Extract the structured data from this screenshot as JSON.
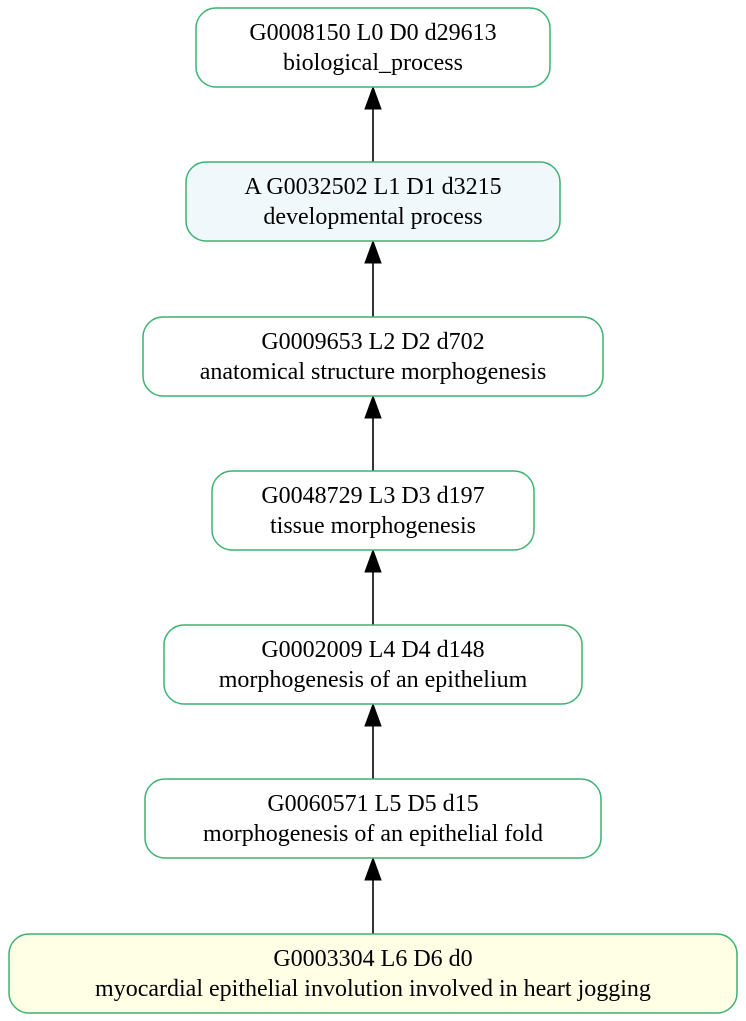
{
  "diagram": {
    "type": "go-term-lineage",
    "colors": {
      "border": "#3cb371",
      "edge": "#000000",
      "default_fill": "#ffffff",
      "marked_fill": "#f0f8fb",
      "leaf_fill": "#ffffe6"
    },
    "nodes": [
      {
        "id": "G0008150",
        "line1": "G0008150 L0 D0 d29613",
        "line2": "biological_process",
        "fill": "#ffffff"
      },
      {
        "id": "G0032502",
        "line1": "A  G0032502 L1 D1 d3215",
        "line2": "developmental process",
        "fill": "#f0f8fb"
      },
      {
        "id": "G0009653",
        "line1": "G0009653 L2 D2 d702",
        "line2": "anatomical structure morphogenesis",
        "fill": "#ffffff"
      },
      {
        "id": "G0048729",
        "line1": "G0048729 L3 D3 d197",
        "line2": "tissue morphogenesis",
        "fill": "#ffffff"
      },
      {
        "id": "G0002009",
        "line1": "G0002009 L4 D4 d148",
        "line2": "morphogenesis of an epithelium",
        "fill": "#ffffff"
      },
      {
        "id": "G0060571",
        "line1": "G0060571 L5 D5 d15",
        "line2": "morphogenesis of an epithelial fold",
        "fill": "#ffffff"
      },
      {
        "id": "G0003304",
        "line1": "G0003304 L6 D6 d0",
        "line2": "myocardial epithelial involution involved in heart jogging",
        "fill": "#ffffe6"
      }
    ],
    "edges": [
      {
        "from": "G0032502",
        "to": "G0008150"
      },
      {
        "from": "G0009653",
        "to": "G0032502"
      },
      {
        "from": "G0048729",
        "to": "G0009653"
      },
      {
        "from": "G0002009",
        "to": "G0048729"
      },
      {
        "from": "G0060571",
        "to": "G0002009"
      },
      {
        "from": "G0003304",
        "to": "G0060571"
      }
    ]
  }
}
